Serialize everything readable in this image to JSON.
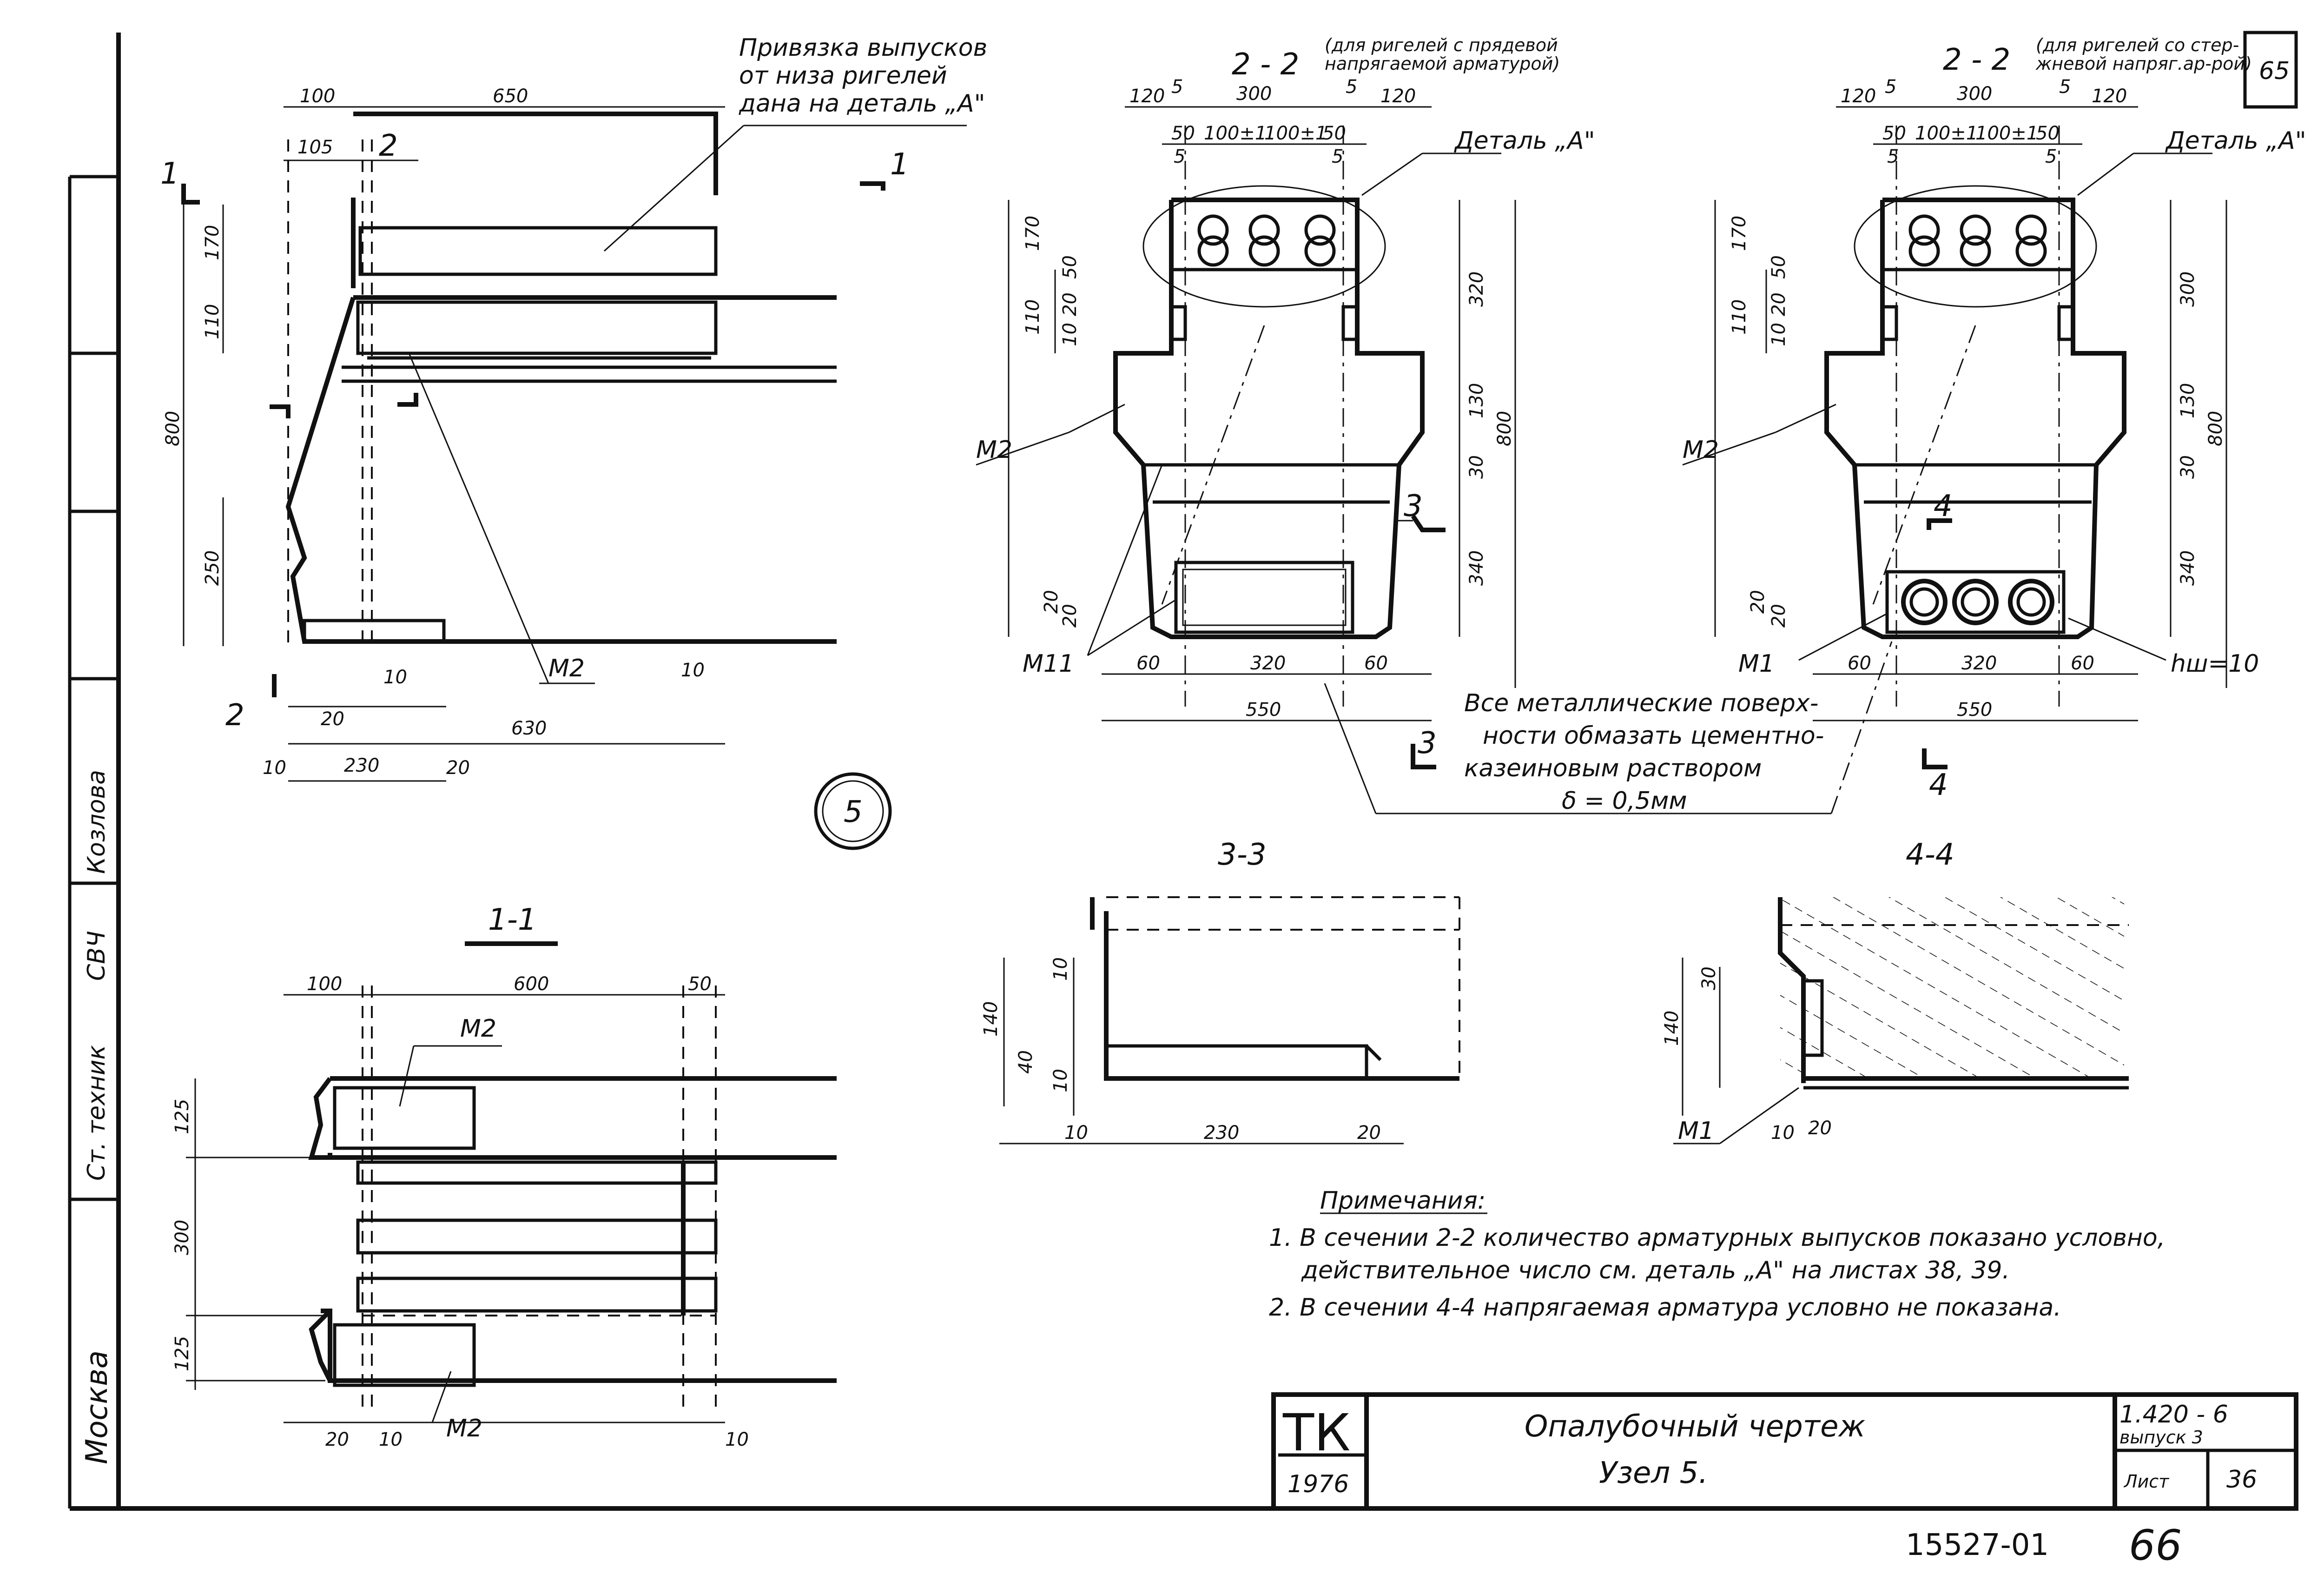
{
  "sheet": {
    "page_corner": "65",
    "node_number": "5",
    "stamp_number": "15527-01",
    "page_number": "66",
    "side_labels": [
      "Козлова",
      "СВЧ",
      "Ст. техник",
      "Москва"
    ]
  },
  "view_main": {
    "section_marks": {
      "top_left": "1",
      "top_mid": "2",
      "top_right": "1",
      "bottom_left": "2"
    },
    "note": [
      "Привязка выпусков",
      "от низа ригелей",
      "дана на деталь „А\""
    ],
    "dims_top": [
      "100",
      "650",
      "105"
    ],
    "dims_left": [
      "170",
      "110",
      "800",
      "250"
    ],
    "dims_bottom": [
      "10",
      "20",
      "230",
      "20",
      "630",
      "10",
      "10"
    ],
    "labels": [
      "М2"
    ]
  },
  "section_1_1": {
    "title": "1-1",
    "dims_top": [
      "100",
      "600",
      "50"
    ],
    "dims_left": [
      "125",
      "300",
      "125"
    ],
    "dims_bottom": [
      "20",
      "10",
      "10"
    ],
    "labels": [
      "М2",
      "М2"
    ]
  },
  "section_2_2_left": {
    "title": "2 - 2",
    "subtitle": [
      "(для ригелей с прядевой",
      "напрягаемой арматурой)"
    ],
    "dims_top": [
      "120",
      "5",
      "300",
      "5",
      "120"
    ],
    "dims_top2": [
      "50",
      "100±1",
      "100±1",
      "50",
      "5",
      "5"
    ],
    "dims_left": [
      "170",
      "50",
      "110",
      "20",
      "10",
      "20",
      "20"
    ],
    "dims_right": [
      "320",
      "130",
      "800",
      "30",
      "340"
    ],
    "dims_bottom": [
      "60",
      "320",
      "60",
      "550"
    ],
    "detail": "Деталь „А\"",
    "labels": [
      "М2",
      "М11"
    ],
    "section_mark": "3"
  },
  "section_2_2_right": {
    "title": "2 - 2",
    "subtitle": [
      "(для ригелей со стер-",
      "жневой напряг.ар-рой)"
    ],
    "dims_top": [
      "120",
      "5",
      "300",
      "5",
      "120"
    ],
    "dims_top2": [
      "50",
      "100±1",
      "100±1",
      "50",
      "5",
      "5"
    ],
    "dims_left": [
      "170",
      "50",
      "110",
      "20",
      "10",
      "20",
      "20"
    ],
    "dims_right": [
      "300",
      "130",
      "800",
      "30",
      "340"
    ],
    "dims_bottom": [
      "60",
      "320",
      "60",
      "550"
    ],
    "detail": "Деталь „А\"",
    "labels": [
      "М2",
      "М1",
      "hш=10"
    ],
    "section_mark": "4"
  },
  "metal_note": [
    "Все металлические поверх-",
    "ности обмазать цементно-",
    "казеиновым раствором",
    "δ = 0,5мм"
  ],
  "section_3_3": {
    "title": "3-3",
    "dims_left": [
      "140",
      "10",
      "40",
      "10"
    ],
    "dims_bottom": [
      "10",
      "230",
      "20"
    ]
  },
  "section_4_4": {
    "title": "4-4",
    "dims_left": [
      "30",
      "140"
    ],
    "dims_bottom": [
      "10",
      "20"
    ],
    "labels": [
      "М1"
    ]
  },
  "notes": {
    "heading": "Примечания:",
    "items": [
      "1. В сечении 2-2 количество арматурных выпусков показано условно,",
      "действительное число см. деталь „А\" на листах 38, 39.",
      "2. В сечении 4-4 напрягаемая арматура условно не показана."
    ]
  },
  "title_block": {
    "org": "ТК",
    "year": "1976",
    "title": "Опалубочный чертеж",
    "subtitle": "Узел 5.",
    "series": "1.420 - 6",
    "issue": "выпуск 3",
    "sheet_label": "Лист",
    "sheet_number": "36"
  }
}
